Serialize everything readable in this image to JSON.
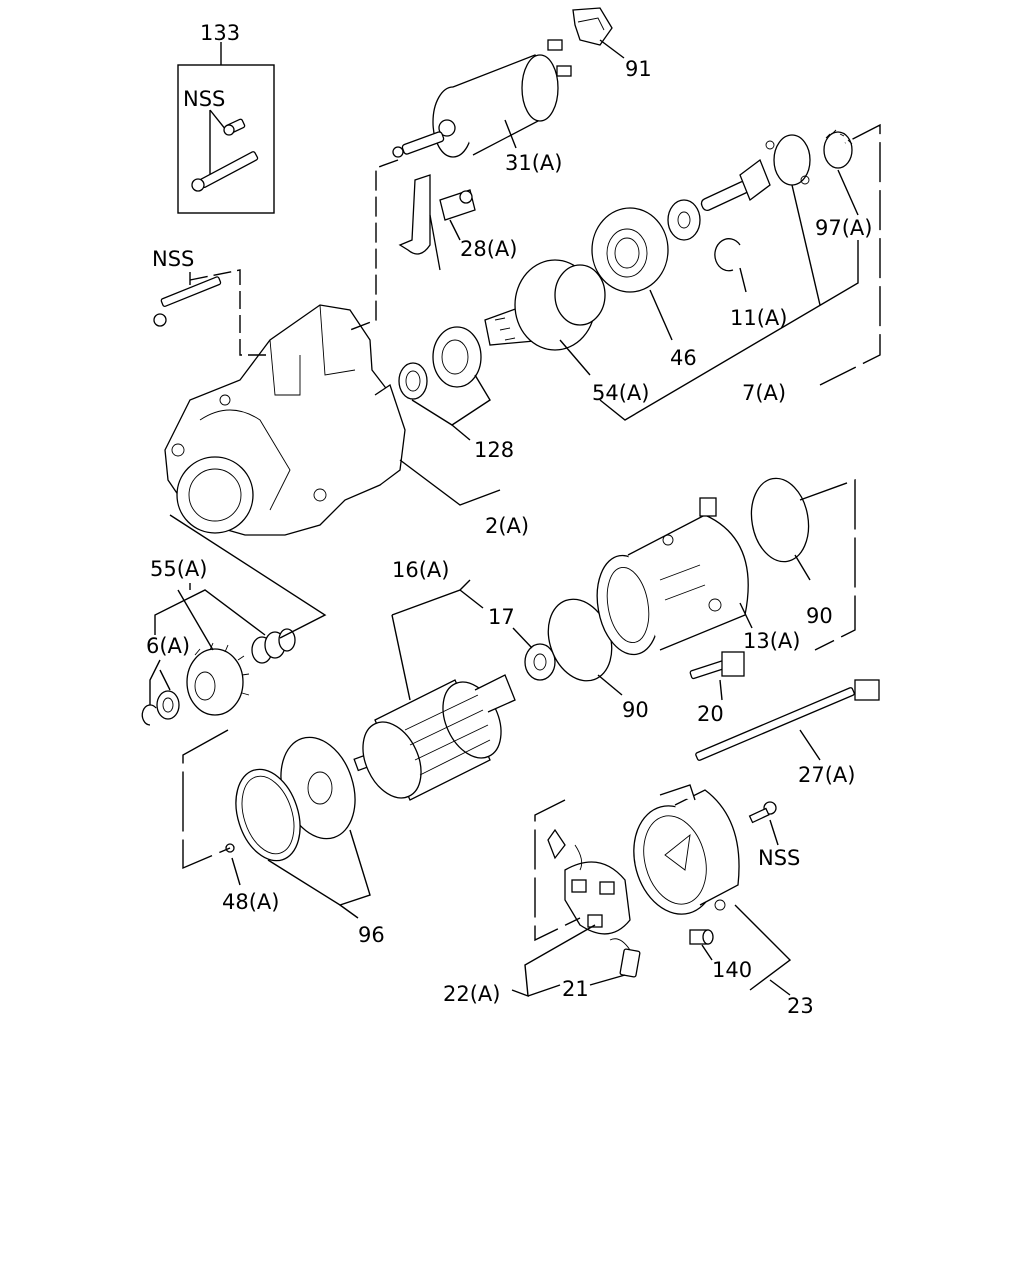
{
  "labels": {
    "l133": "133",
    "l91": "91",
    "l31a": "31(A)",
    "lnss_box": "NSS",
    "l97a": "97(A)",
    "l28a": "28(A)",
    "lnss1": "NSS",
    "l11a": "11(A)",
    "l46": "46",
    "l54a": "54(A)",
    "l7a": "7(A)",
    "l128": "128",
    "l2a": "2(A)",
    "l55a": "55(A)",
    "l6a": "6(A)",
    "l16a": "16(A)",
    "l17": "17",
    "l90a": "90",
    "l13a": "13(A)",
    "l90b": "90",
    "l20": "20",
    "l27a": "27(A)",
    "lnss2": "NSS",
    "l48a": "48(A)",
    "l96": "96",
    "l140": "140",
    "l22a": "22(A)",
    "l21": "21",
    "l23": "23"
  }
}
